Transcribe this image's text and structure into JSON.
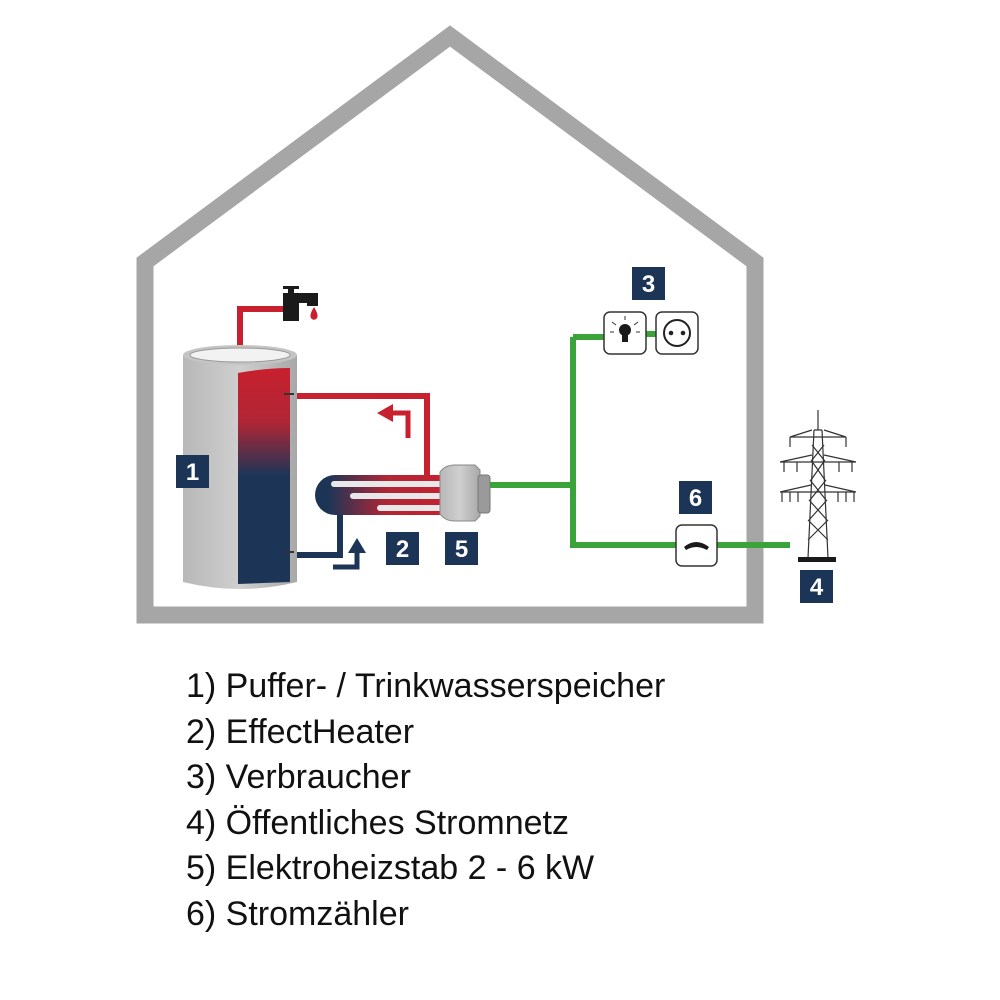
{
  "labels": {
    "n1": "1",
    "n2": "2",
    "n3": "3",
    "n4": "4",
    "n5": "5",
    "n6": "6"
  },
  "legend": [
    "1) Puffer- / Trinkwasserspeicher",
    "2) EffectHeater",
    "3) Verbraucher",
    "4) Öffentliches Stromnetz",
    "5) Elektroheizstab 2 - 6 kW",
    "6) Stromzähler"
  ],
  "colors": {
    "navy": "#1c3557",
    "red": "#c8202e",
    "green": "#3aa33a",
    "house": "#a6a6a6",
    "tank": "#bdbdbd"
  }
}
